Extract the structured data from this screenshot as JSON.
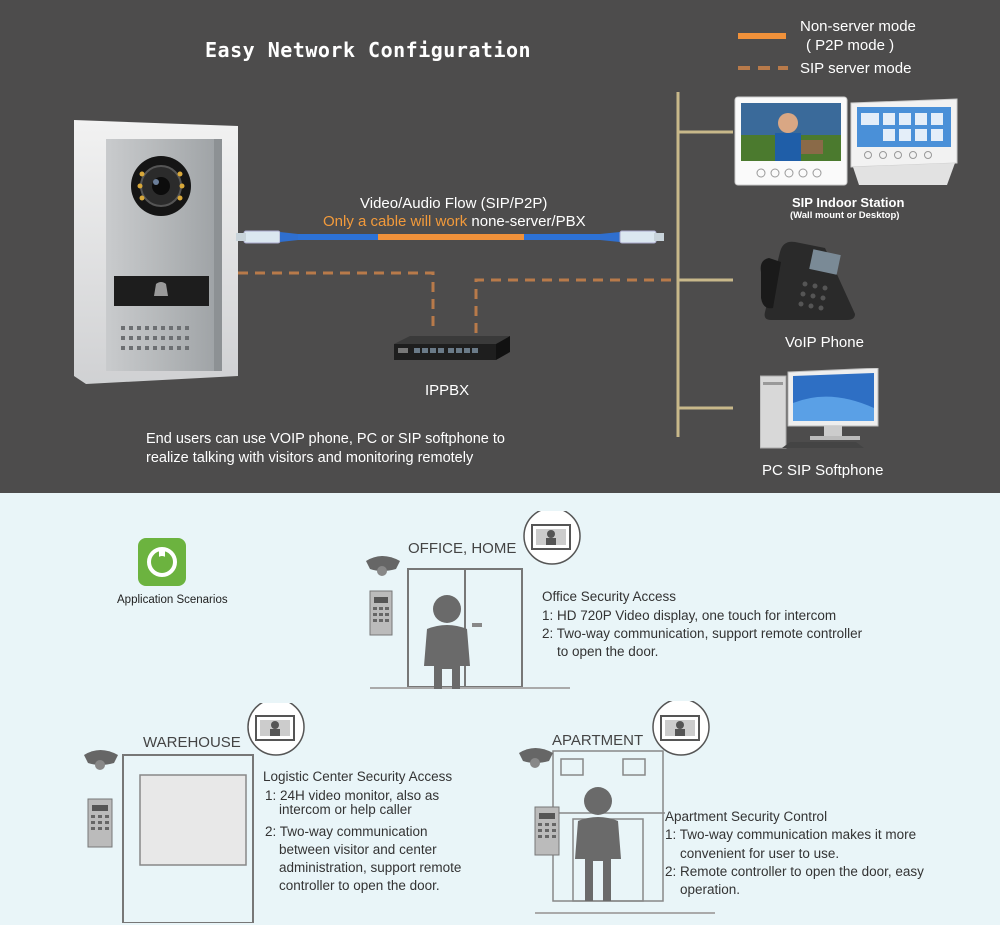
{
  "header": {
    "title": "Easy Network Configuration"
  },
  "legend": {
    "solid_line_label": "Non-server mode",
    "solid_line_sublabel": "( P2P mode )",
    "dashed_line_label": "SIP server mode",
    "solid_color": "#f0913a",
    "dashed_color": "#b87a4a"
  },
  "flow": {
    "line1": "Video/Audio Flow (SIP/P2P)",
    "line2_highlight": "Only a cable will work",
    "line2_rest": " none-server/PBX"
  },
  "devices": {
    "ippbx": "IPPBX",
    "sip_indoor_title": "SIP Indoor Station",
    "sip_indoor_sub": "(Wall mount or Desktop)",
    "voip_phone": "VoIP Phone",
    "pc_softphone": "PC SIP Softphone"
  },
  "note": {
    "line1": "End users can use VOIP phone, PC or SIP softphone to",
    "line2": "realize talking with visitors and monitoring remotely"
  },
  "scenarios": {
    "badge_label": "Application Scenarios",
    "office": {
      "title": "OFFICE, HOME",
      "heading": "Office Security Access",
      "item1": "1: HD 720P Video display, one touch for intercom",
      "item2": "2: Two-way communication, support remote controller",
      "item2b": "to open the door."
    },
    "warehouse": {
      "title": "WAREHOUSE",
      "heading": "Logistic Center Security Access",
      "item1a": "1: 24H video monitor, also as",
      "item1b": "intercom or help caller",
      "item2a": "2: Two-way communication",
      "item2b": "between visitor and center",
      "item2c": "administration, support remote",
      "item2d": "controller to open the door."
    },
    "apartment": {
      "title": "APARTMENT",
      "heading": "Apartment Security Control",
      "item1a": "1: Two-way communication makes it more",
      "item1b": "convenient for user to use.",
      "item2a": "2: Remote controller to open the door, easy",
      "item2b": "operation."
    }
  }
}
